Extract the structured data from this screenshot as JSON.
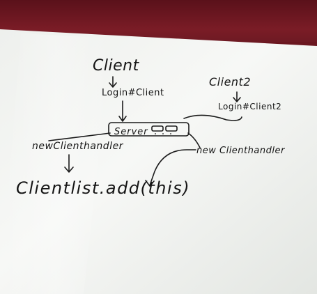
{
  "whiteboard": {
    "client_label": "Client",
    "login1_label": "Login#Client",
    "client2_label": "Client2",
    "login2_label": "Login#Client2",
    "server_label": "Server",
    "handler1_label": "newClienthandler",
    "handler2_label": "new Clienthandler",
    "clientlist_label": "Clientlist.add(this)"
  },
  "colors": {
    "wall": "#6b1720",
    "board": "#f4f5f2",
    "ink": "#1b1b1b"
  }
}
